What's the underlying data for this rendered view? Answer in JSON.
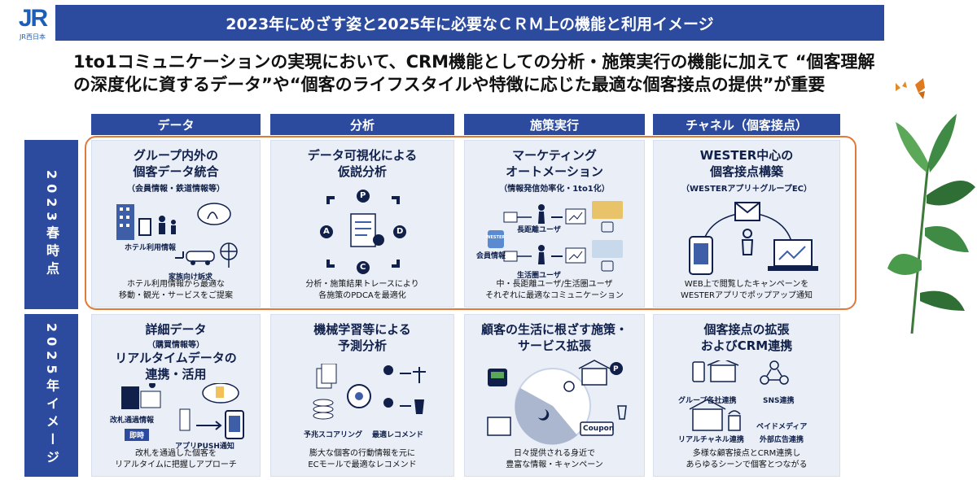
{
  "logo": {
    "mark": "JR",
    "sub": "JR西日本"
  },
  "title": "2023年にめざす姿と2025年に必要なＣＲＭ上の機能と利用イメージ",
  "headline": "1to1コミュニケーションの実現において、CRM機能としての分析・施策実行の機能に加えて “個客理解の深度化に資するデータ”や“個客のライフスタイルや特徴に応じた最適な個客接点の提供”が重要",
  "columns": [
    "データ",
    "分析",
    "施策実行",
    "チャネル（個客接点）"
  ],
  "rows": [
    "2023春時点",
    "2025年イメージ"
  ],
  "panels_2023": [
    {
      "title": [
        "グループ内外の",
        "個客データ統合"
      ],
      "sub": "（会員情報・鉄道情報等）",
      "labels": [
        "ホテル利用情報",
        "家族向け訴求"
      ],
      "caption": [
        "ホテル利用情報から最適な",
        "移動・観光・サービスをご提案"
      ]
    },
    {
      "title": [
        "データ可視化による",
        "仮説分析"
      ],
      "sub": "",
      "labels": [
        "P",
        "D",
        "C",
        "A"
      ],
      "caption": [
        "分析・施策結果トレースにより",
        "各施策のPDCAを最適化"
      ]
    },
    {
      "title": [
        "マーケティング",
        "オートメーション"
      ],
      "sub": "（情報発信効率化・1to1化）",
      "labels": [
        "長距離ユーザ",
        "会員情報",
        "生活圏ユーザ",
        "WESTER"
      ],
      "caption": [
        "中・長距離ユーザ/生活圏ユーザ",
        "それぞれに最適なコミュニケーション"
      ]
    },
    {
      "title": [
        "WESTER中心の",
        "個客接点構築"
      ],
      "sub": "（WESTERアプリ＋グループEC）",
      "labels": [],
      "caption": [
        "WEB上で閲覧したキャンペーンを",
        "WESTERアプリでポップアップ通知"
      ]
    }
  ],
  "panels_2025": [
    {
      "title": [
        "詳細データ"
      ],
      "sub": "（購買情報等）",
      "title2": [
        "リアルタイムデータの",
        "連携・活用"
      ],
      "labels": [
        "改札通過情報",
        "即時",
        "アプリPUSH通知"
      ],
      "caption": [
        "改札を通過した個客を",
        "リアルタイムに把握しアプローチ"
      ]
    },
    {
      "title": [
        "機械学習等による",
        "予測分析"
      ],
      "sub": "",
      "labels": [
        "予兆スコアリング",
        "最適レコメンド"
      ],
      "caption": [
        "膨大な個客の行動情報を元に",
        "ECモールで最適なレコメンド"
      ]
    },
    {
      "title": [
        "顧客の生活に根ざす施策・",
        "サービス拡張"
      ],
      "sub": "",
      "labels": [
        "P",
        "Coupon"
      ],
      "caption": [
        "日々提供される身近で",
        "豊富な情報・キャンペーン"
      ]
    },
    {
      "title": [
        "個客接点の拡張",
        "およびCRM連携"
      ],
      "sub": "",
      "labels": [
        "グループ各社連携",
        "SNS連携",
        "リアルチャネル連携",
        "ペイドメディア",
        "外部広告連携"
      ],
      "caption": [
        "多様な顧客接点とCRM連携し",
        "あらゆるシーンで個客とつながる"
      ]
    }
  ],
  "colors": {
    "navy": "#2c4b9e",
    "panel": "#e9eef7",
    "highlight": "#e07a3a"
  }
}
